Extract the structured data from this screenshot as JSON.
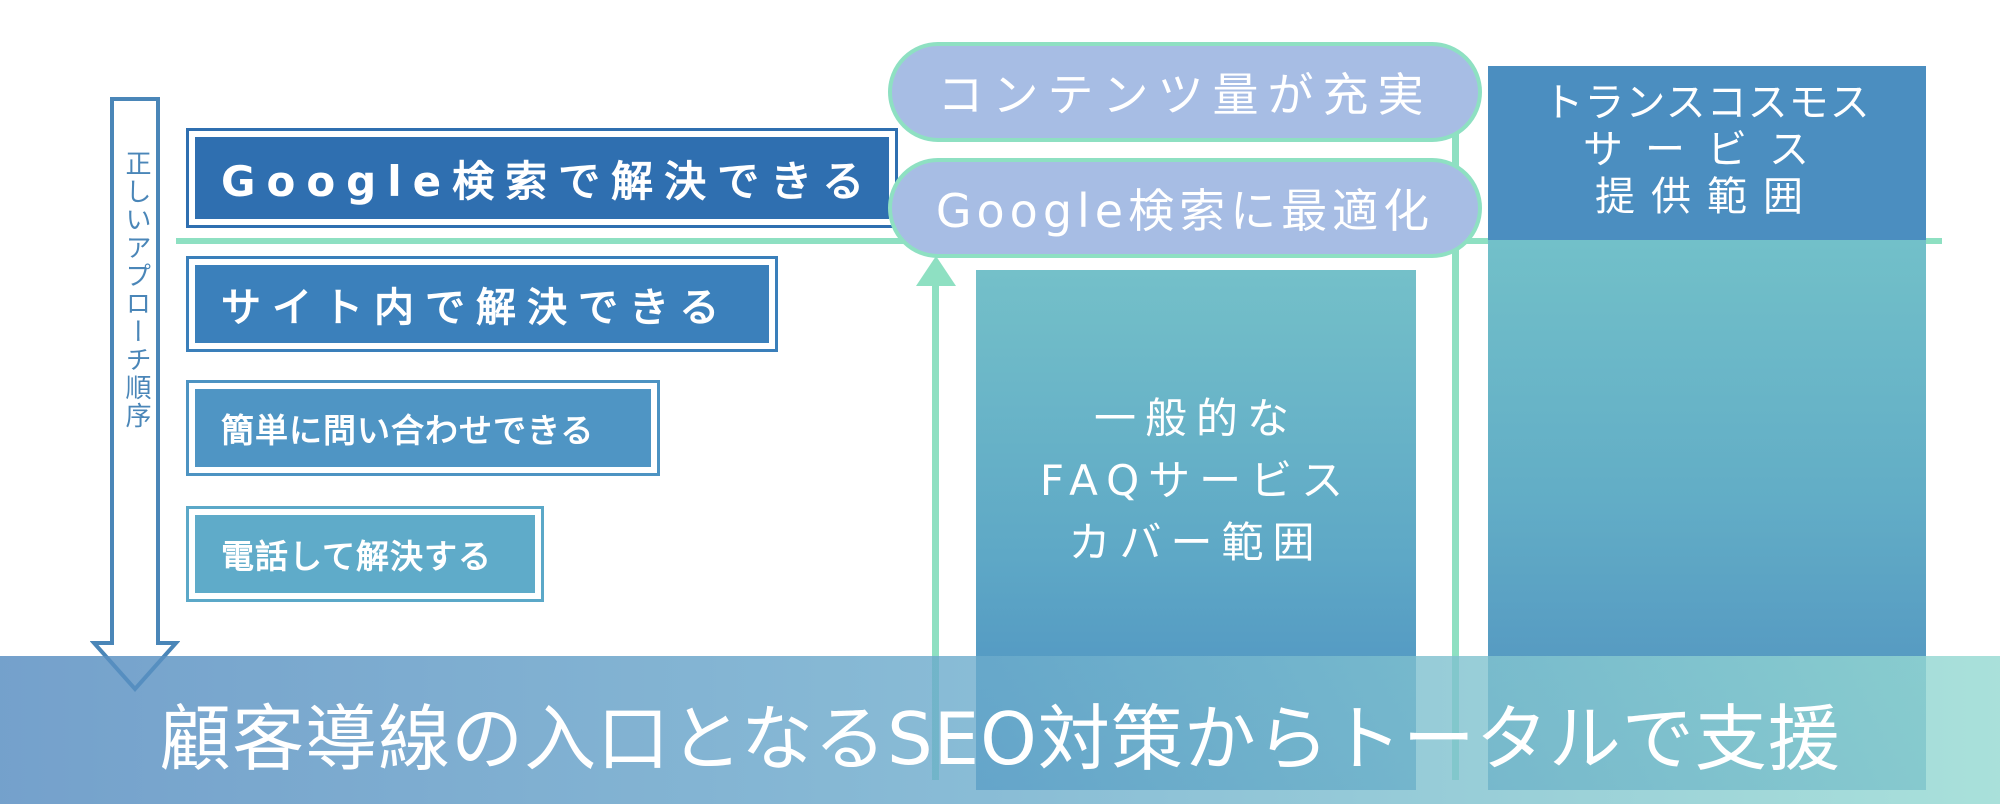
{
  "approach_order_label": "正しいアプローチ順序",
  "steps": [
    {
      "label": "Google検索で解決できる"
    },
    {
      "label": "サイト内で解決できる"
    },
    {
      "label": "簡単に問い合わせできる"
    },
    {
      "label": "電話して解決する"
    }
  ],
  "pills": [
    {
      "label": "コンテンツ量が充実"
    },
    {
      "label": "Google検索に最適化"
    }
  ],
  "faq_column": {
    "lines": [
      "一般的な",
      "FAQサービス",
      "カバー範囲"
    ]
  },
  "transcosmos_column": {
    "lines": [
      "トランスコスモス",
      "サービス",
      "提供範囲"
    ]
  },
  "caption": "顧客導線の入口となるSEO対策からトータルで支援",
  "colors": {
    "accent_green": "#8ee0c2",
    "step_blue_dark": "#2f6fb0",
    "step_blue_light": "#5fabc9",
    "pill_fill": "#a7bde4"
  }
}
